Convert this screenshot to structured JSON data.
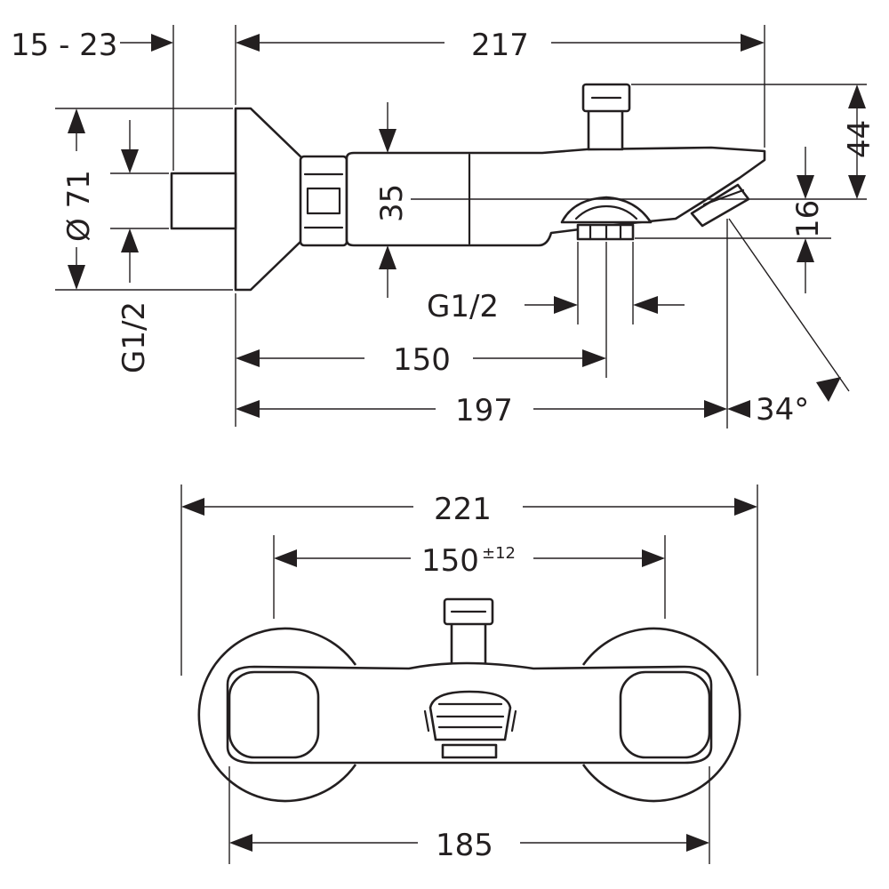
{
  "side_view": {
    "dims": {
      "offset": "15 - 23",
      "overall_length": "217",
      "diameter": "Ø 71",
      "inlet_thread": "G1/2",
      "body_height": "35",
      "outlet_thread": "G1/2",
      "center_to_outlet": "150",
      "wall_to_spout": "197",
      "spout_angle": "34°",
      "diverter_height": "44",
      "spout_drop": "16"
    }
  },
  "front_view": {
    "dims": {
      "overall_width": "221",
      "centers": "150",
      "centers_tolerance": "±12",
      "handle_span": "185"
    }
  }
}
